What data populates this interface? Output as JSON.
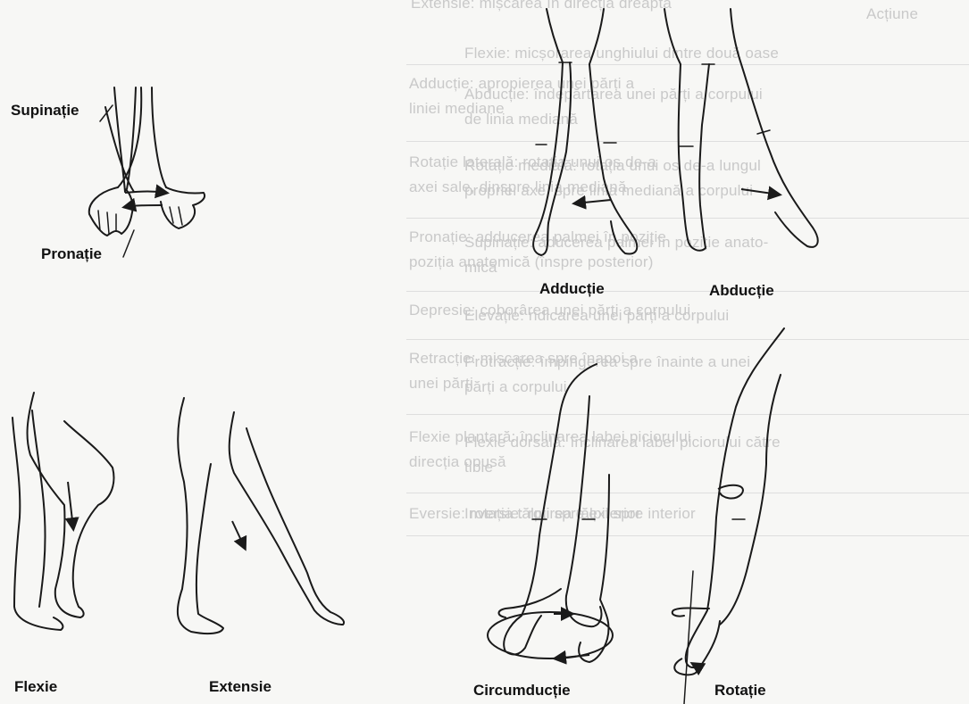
{
  "figure": {
    "labels": {
      "supinatie": "Supinație",
      "pronatie": "Pronație",
      "adductie": "Adducție",
      "abductie": "Abducție",
      "flexie": "Flexie",
      "extensie": "Extensie",
      "circumductie": "Circumducție",
      "rotatie": "Rotație"
    }
  },
  "background_text": {
    "left_column": [
      "Extensie: mișcarea în direcția dreaptă",
      "Adducție: apropierea unei părți a",
      "liniei mediane",
      "Rotație laterală: rotația unui os de-a",
      "axei sale, dinspre linia mediană",
      "Pronație: adducerea palmei în poziție",
      "poziția anatomică (înspre posterior)",
      "Depresie: coborârea unei părți a corpului",
      "Retracție: mișcarea spre înapoi a",
      "unei părți",
      "Flexie plantară: înclinarea labei piciorului",
      "direcția opusă",
      "Eversie: rotația tălpii spre exterior"
    ],
    "right_column": [
      "Acțiune",
      "Flexie: micșorarea unghiului dintre două oase",
      "Abducție: îndepărtarea unei părți a corpului",
      "de linia mediană",
      "Rotație medială: rotația unui os de-a lungul",
      "propriei axe, spre linia mediană a corpului",
      "Supinație: aducerea palmei în poziție anato-",
      "mică",
      "Elevație: ridicarea unei părți a corpului",
      "Protracție: împingerea spre înainte a unei",
      "părți a corpului",
      "Flexie dorsală: înclinarea labei piciorului către",
      "tibie",
      "Inversie: rotirea tălpii spre interior"
    ]
  },
  "colors": {
    "ink": "#1a1a1a",
    "faded_text": "#c9c9c9",
    "faded_keyword": "#d6aeb8"
  }
}
